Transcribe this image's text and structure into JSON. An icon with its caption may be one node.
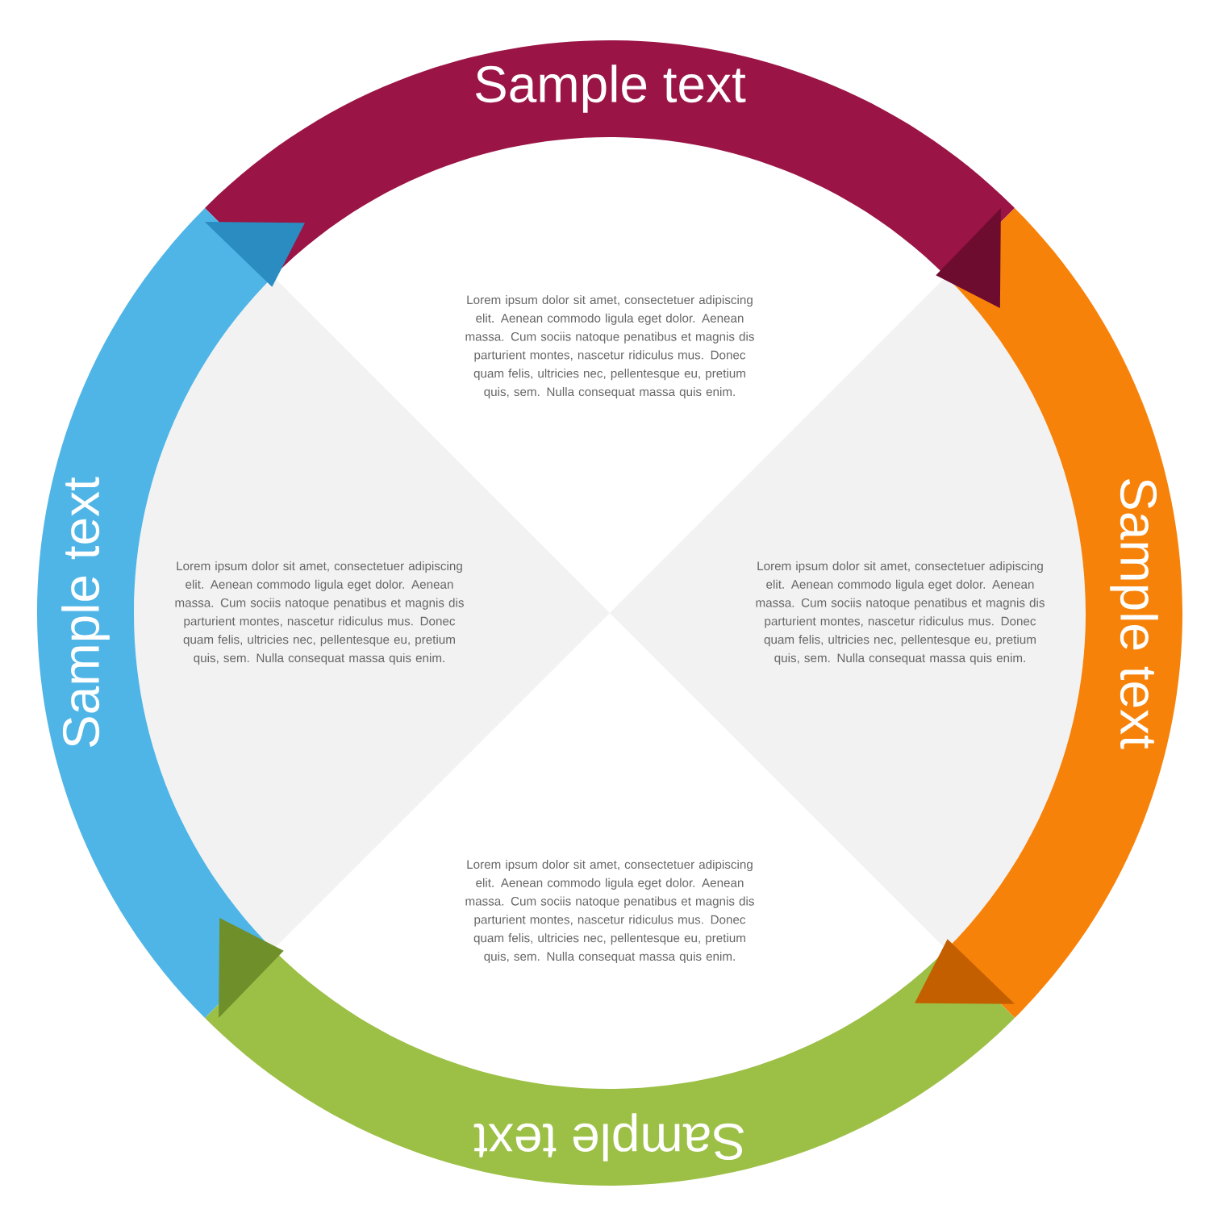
{
  "diagram": {
    "nodes": [
      {
        "text": [
          "Sample text"
        ]
      },
      {
        "text": [
          "Sample text"
        ]
      },
      {
        "text": [
          "Sample text"
        ]
      },
      {
        "text": [
          "Sample text"
        ]
      }
    ],
    "labels": [
      "Lorem ipsum dolor sit amet, consectetuer adipiscing elit. Aenean commodo ligula eget dolor. Aenean massa. Cum sociis natoque penatibus et magnis dis parturient montes, nascetur ridiculus mus. Donec quam felis, ultricies nec, pellentesque eu, pretium quis, sem. Nulla consequat massa quis enim.",
      "Lorem ipsum dolor sit amet, consectetuer adipiscing elit. Aenean commodo ligula eget dolor. Aenean massa. Cum sociis natoque penatibus et magnis dis parturient montes, nascetur ridiculus mus. Donec quam felis, ultricies nec, pellentesque eu, pretium quis, sem. Nulla consequat massa quis enim.",
      "Lorem ipsum dolor sit amet, consectetuer adipiscing elit. Aenean commodo ligula eget dolor. Aenean massa. Cum sociis natoque penatibus et magnis dis parturient montes, nascetur ridiculus mus. Donec quam felis, ultricies nec, pellentesque eu, pretium quis, sem. Nulla consequat massa quis enim.",
      "Lorem ipsum dolor sit amet, consectetuer adipiscing elit. Aenean commodo ligula eget dolor. Aenean massa. Cum sociis natoque penatibus et magnis dis parturient montes, nascetur ridiculus mus. Donec quam felis, ultricies nec, pellentesque eu, pretium quis, sem. Nulla consequat massa quis enim."
    ]
  }
}
